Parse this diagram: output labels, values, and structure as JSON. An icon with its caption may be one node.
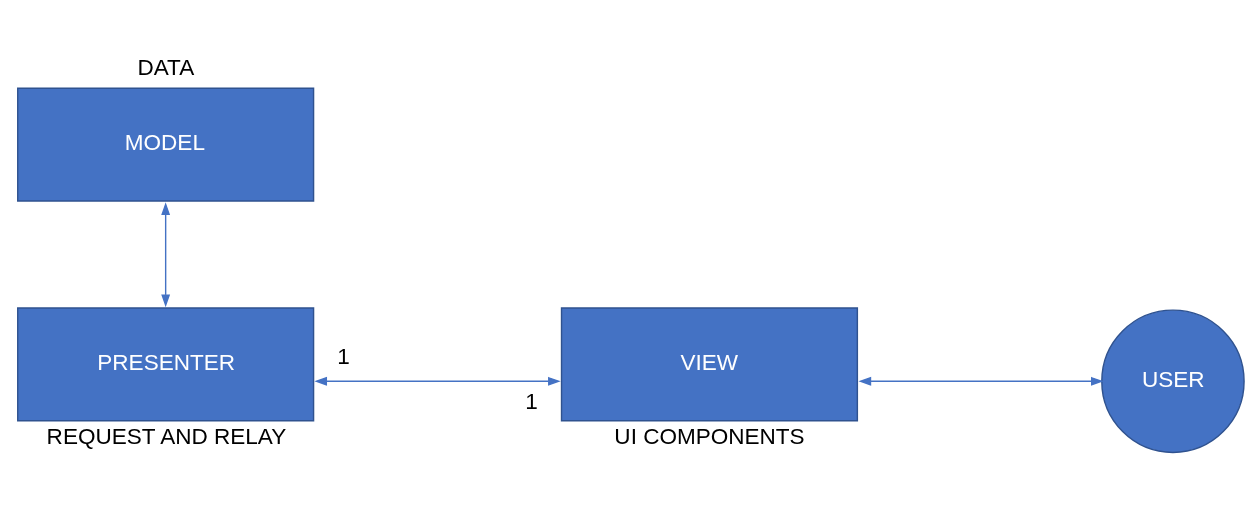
{
  "diagram": {
    "nodes": [
      {
        "text": [
          "MODEL"
        ],
        "beside": [
          "DATA"
        ]
      },
      {
        "text": [
          "PRESENTER"
        ],
        "beside": [
          "REQUEST AND RELAY"
        ]
      },
      {
        "text": [
          "VIEW"
        ],
        "beside": [
          "UI COMPONENTS"
        ]
      },
      {
        "text": [
          "USER"
        ]
      }
    ],
    "edges": [
      {
        "from": 0,
        "to": 1,
        "arrow": "both"
      },
      {
        "from": 1,
        "to": 2,
        "arrow": "both"
      },
      {
        "from": 2,
        "to": 3,
        "arrow": "both"
      }
    ],
    "labels": [
      "1",
      "1"
    ]
  }
}
